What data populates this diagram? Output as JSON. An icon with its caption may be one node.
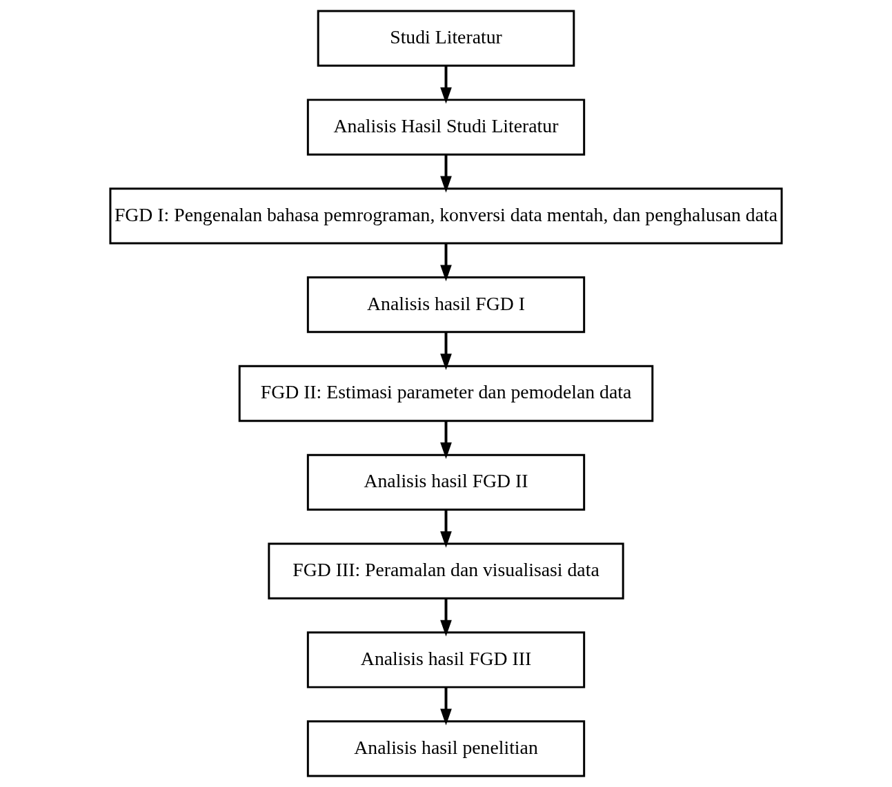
{
  "diagram": {
    "nodes": [
      {
        "text": [
          "Studi Literatur"
        ]
      },
      {
        "text": [
          "Analisis Hasil Studi Literatur"
        ]
      },
      {
        "text": [
          "FGD I: Pengenalan bahasa pemrograman, konversi data mentah, dan penghalusan data"
        ]
      },
      {
        "text": [
          "Analisis hasil FGD I"
        ]
      },
      {
        "text": [
          "FGD II: Estimasi parameter dan pemodelan data"
        ]
      },
      {
        "text": [
          "Analisis hasil FGD II"
        ]
      },
      {
        "text": [
          "FGD III: Peramalan dan visualisasi data"
        ]
      },
      {
        "text": [
          "Analisis hasil FGD III"
        ]
      },
      {
        "text": [
          "Analisis hasil penelitian"
        ]
      }
    ],
    "edges": [
      {
        "from": 0,
        "to": 1,
        "arrow": "to"
      },
      {
        "from": 1,
        "to": 2,
        "arrow": "to"
      },
      {
        "from": 2,
        "to": 3,
        "arrow": "to"
      },
      {
        "from": 3,
        "to": 4,
        "arrow": "to"
      },
      {
        "from": 4,
        "to": 5,
        "arrow": "to"
      },
      {
        "from": 5,
        "to": 6,
        "arrow": "to"
      },
      {
        "from": 6,
        "to": 7,
        "arrow": "to"
      },
      {
        "from": 7,
        "to": 8,
        "arrow": "to"
      }
    ]
  }
}
